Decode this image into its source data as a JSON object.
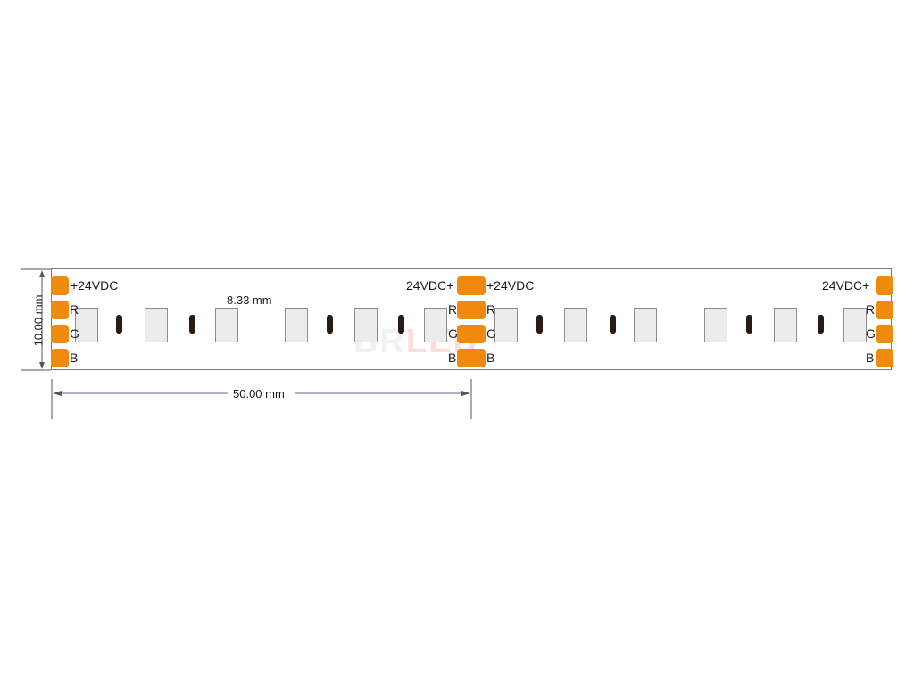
{
  "labels": {
    "vdc_left_start": "+24VDC",
    "vdc_mid_end": "24VDC+",
    "vdc_mid_start": "+24VDC",
    "vdc_right_end": "24VDC+",
    "r": "R",
    "g": "G",
    "b": "B"
  },
  "dimensions": {
    "width": "10.00 mm",
    "pitch": "8.33 mm",
    "cut_length": "50.00 mm"
  },
  "watermark": {
    "part1": "BR",
    "part2": "LED"
  },
  "colors": {
    "pad": "#f08a0c",
    "resistor": "#2a1a12",
    "led": "#ececec",
    "outline": "#7a7a7a"
  }
}
